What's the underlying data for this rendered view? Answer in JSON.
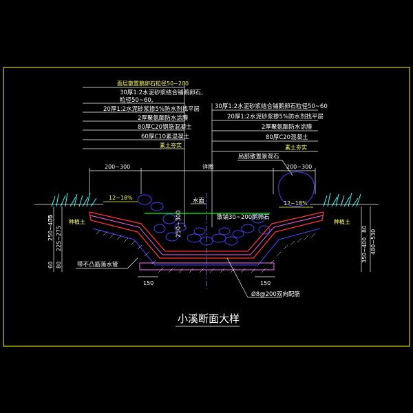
{
  "drawing": {
    "title": "小溪断面大样",
    "colors": {
      "background": "#000000",
      "frame": "#ffff00",
      "leader": "#ffffff",
      "grass": "#33ffff",
      "rock": "#4444ff",
      "concrete": "#ff3333",
      "waterproof": "#ff66ff",
      "water": "#00ff00",
      "soil_hatch": "#ffffff",
      "center_line": "#6688ff"
    },
    "left_labels": [
      "面层散置鹅卵石粒径50~200",
      "30厚1:2水泥砂浆结合铺鹅卵石,",
      "粒径50~60,",
      "20厚1:2水泥砂浆掺5%防水剂找平层",
      "2厚聚氨酯防水涂膜",
      "80厚C20钢筋混凝土",
      "60厚C10素混凝土",
      "素土夯实"
    ],
    "right_labels": [
      "30厚1:2水泥砂浆结合铺鹅卵石粒径50~60",
      "20厚1:2水泥砂浆掺5%防水剂找平层",
      "2厚聚氨酯防水涂膜",
      "80厚C20混凝土",
      "素土夯实"
    ],
    "top_dims": {
      "left": "200~300",
      "center": "详图",
      "right": "200~300"
    },
    "slopes": {
      "left": "12~18%",
      "right": "12~18%"
    },
    "annotations": {
      "boulder": "局部散置景观石",
      "water_level": "水面",
      "pebble_bed": "散铺30~200鹅卵石",
      "planting_left": "种植土",
      "planting_right": "种植土",
      "bottom_left": "带不凸筋落水管",
      "rebar": "Ø8@200双向配筋"
    },
    "side_dims_left": [
      "75",
      "250~400",
      "225~275",
      "80",
      "60",
      "150"
    ],
    "side_dims_right": [
      "80",
      "350~400",
      "480~530",
      "150"
    ],
    "center_dim": "250~300"
  }
}
